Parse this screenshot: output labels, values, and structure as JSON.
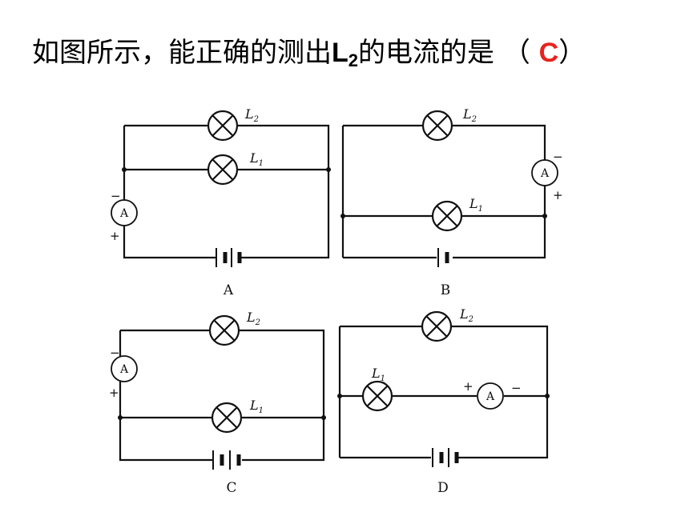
{
  "question": {
    "prefix": "如图所示，能正确的测出",
    "lamp_label": "L",
    "lamp_sub": "2",
    "suffix": "的电流的是 （",
    "answer": "C",
    "close": "）"
  },
  "circuits": [
    {
      "caption": "A",
      "lamp_top": "L",
      "lamp_top_sub": "2",
      "lamp_bottom": "L",
      "lamp_bottom_sub": "1",
      "meter": "A",
      "minus": "−",
      "plus": "+"
    },
    {
      "caption": "B",
      "lamp_top": "L",
      "lamp_top_sub": "2",
      "lamp_bottom": "L",
      "lamp_bottom_sub": "1",
      "meter": "A",
      "minus": "−",
      "plus": "+"
    },
    {
      "caption": "C",
      "lamp_top": "L",
      "lamp_top_sub": "2",
      "lamp_bottom": "L",
      "lamp_bottom_sub": "1",
      "meter": "A",
      "minus": "−",
      "plus": "+"
    },
    {
      "caption": "D",
      "lamp_top": "L",
      "lamp_top_sub": "2",
      "lamp_bottom": "L",
      "lamp_bottom_sub": "1",
      "meter": "A",
      "minus": "−",
      "plus": "+"
    }
  ],
  "colors": {
    "answer": "#e8231e",
    "wire": "#111111"
  }
}
